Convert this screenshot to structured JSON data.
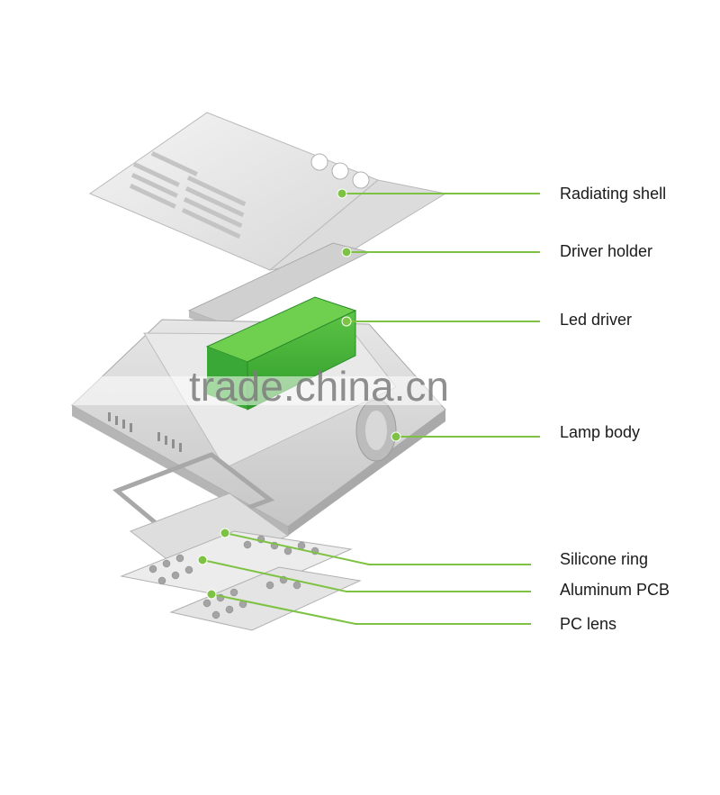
{
  "watermark": "trade.china.cn",
  "accent_color": "#7dc242",
  "driver_color": "#3aaa35",
  "callouts": [
    {
      "id": "radiating-shell",
      "label": "Radiating shell"
    },
    {
      "id": "driver-holder",
      "label": "Driver holder"
    },
    {
      "id": "led-driver",
      "label": "Led driver"
    },
    {
      "id": "lamp-body",
      "label": "Lamp body"
    },
    {
      "id": "silicone-ring",
      "label": "Silicone ring"
    },
    {
      "id": "aluminum-pcb",
      "label": "Aluminum PCB"
    },
    {
      "id": "pc-lens",
      "label": "PC lens"
    }
  ]
}
